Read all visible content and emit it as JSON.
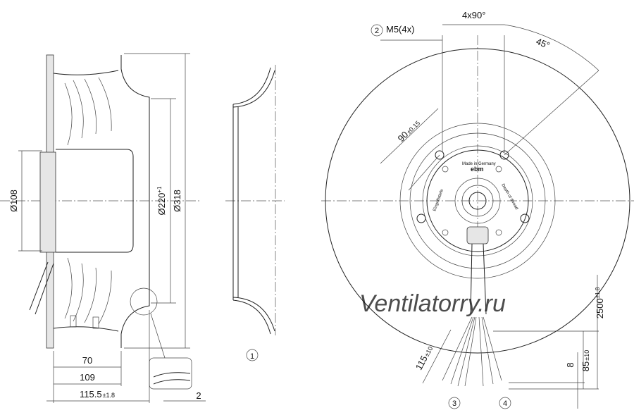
{
  "dimensions": {
    "d108": "Ø108",
    "d220_main": "Ø220",
    "d220_tol": "+1",
    "d318": "Ø318",
    "len70": "70",
    "len109": "109",
    "len115_main": "115.5",
    "len115_tol": "±1.8",
    "gap2": "2",
    "thread": "M5(4x)",
    "angle_pattern": "4x90°",
    "angle45": "45°",
    "pcd_main": "90",
    "pcd_tol": "±0.15",
    "cable_main": "2500",
    "cable_tol": "±1.8",
    "strip_main": "115",
    "strip_tol": "±10",
    "end85_main": "85",
    "end85_tol": "±10",
    "end8": "8"
  },
  "callouts": [
    "1",
    "2",
    "3",
    "4"
  ],
  "motor_label": {
    "brand": "ebm",
    "line1": "Made in Germany",
    "line2": "Depth of thread",
    "line3": "Eingriffstiefe"
  },
  "watermark": "Ventilatorry.ru"
}
